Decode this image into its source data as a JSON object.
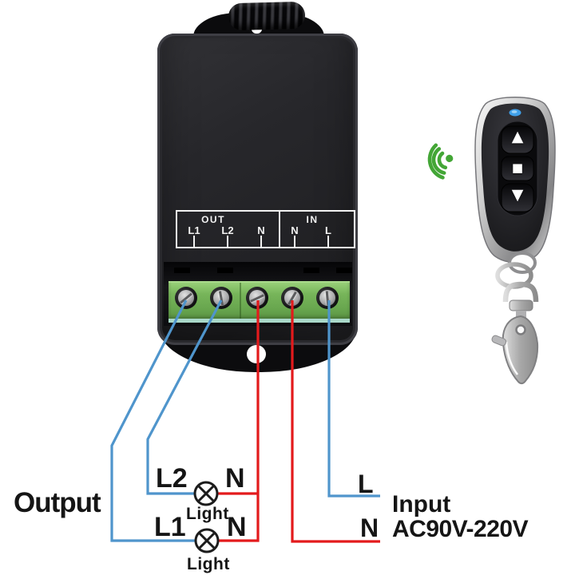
{
  "colors": {
    "background": "#ffffff",
    "wire_live_blue": "#4f95cc",
    "wire_neutral_red": "#e31a1c",
    "signal_green": "#43a636",
    "terminal_green": "#74b356",
    "module_body": "#26262a",
    "label_text": "#151515",
    "module_label_text": "#f2f2f2",
    "led_blue": "#3f9fe8"
  },
  "module": {
    "out_label": "OUT",
    "in_label": "IN",
    "out_terminals": [
      "L1",
      "L2",
      "N"
    ],
    "in_terminals": [
      "N",
      "L"
    ]
  },
  "remote": {
    "buttons": [
      {
        "name": "up-button",
        "glyph": "▲"
      },
      {
        "name": "stop-button",
        "glyph": "■"
      },
      {
        "name": "down-button",
        "glyph": "▼"
      }
    ]
  },
  "diagram": {
    "output_label": "Output",
    "input_label": "Input",
    "input_voltage": "AC90V-220V",
    "input_live": "L",
    "input_neutral": "N",
    "lights": [
      {
        "line": "L2",
        "neutral": "N",
        "caption": "Light"
      },
      {
        "line": "L1",
        "neutral": "N",
        "caption": "Light"
      }
    ]
  },
  "icons": {
    "wireless_signal": "wireless-signal-icon",
    "antenna": "spring-antenna",
    "status_led": "led-indicator",
    "keychain": "lobster-clasp-keychain"
  }
}
